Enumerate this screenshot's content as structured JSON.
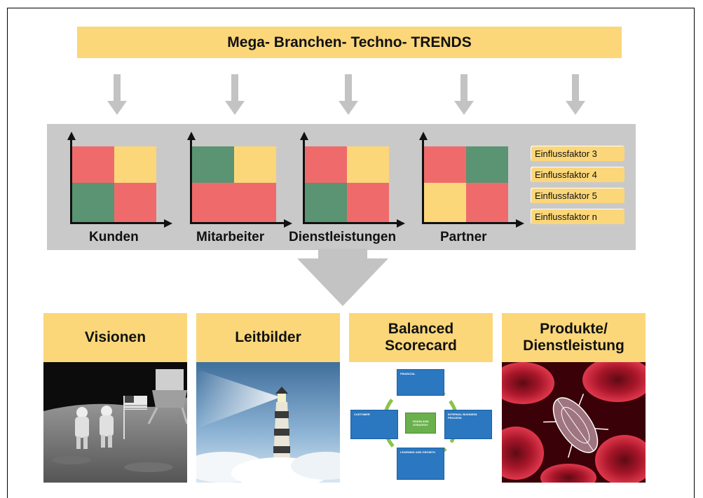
{
  "banner": {
    "title": "Mega- Branchen- Techno- TRENDS"
  },
  "matrices": [
    {
      "label": "Kunden"
    },
    {
      "label": "Mitarbeiter"
    },
    {
      "label": "Dienstleistungen"
    },
    {
      "label": "Partner"
    }
  ],
  "factors": [
    "Einflussfaktor 3",
    "Einflussfaktor 4",
    "Einflussfaktor 5",
    "Einflussfaktor n"
  ],
  "cards": [
    {
      "title_line1": "Visionen",
      "title_line2": ""
    },
    {
      "title_line1": "Leitbilder",
      "title_line2": ""
    },
    {
      "title_line1": "Balanced",
      "title_line2": "Scorecard"
    },
    {
      "title_line1": "Produkte/",
      "title_line2": "Dienstleistung"
    }
  ],
  "scorecard": {
    "financial": "FINANCIAL",
    "customer": "CUSTOMER",
    "internal": "INTERNAL BUSINESS PROCESS",
    "learning": "LEARNING AND GROWTH",
    "center": "VISION AND STRATEGY"
  },
  "colors": {
    "yellow": "#fbd77a",
    "red": "#ef6b6b",
    "green": "#5a9472",
    "panel": "#c9c9c9",
    "arrow": "#c3c3c3"
  }
}
